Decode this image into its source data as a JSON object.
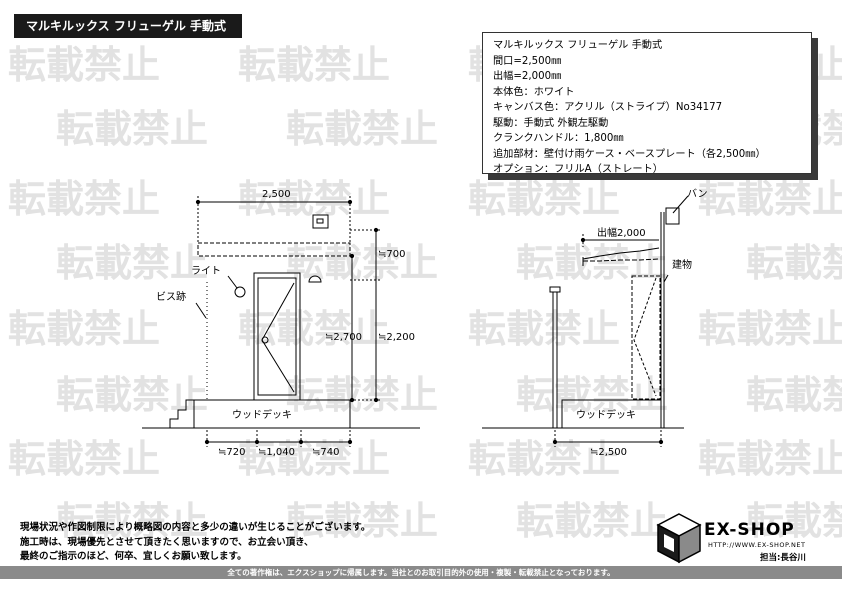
{
  "watermark": {
    "text": "転載禁止"
  },
  "header": {
    "title": "マルキルックス フリューゲル 手動式"
  },
  "spec": {
    "lines": [
      "マルキルックス フリューゲル 手動式",
      "間口=2,500㎜",
      "出幅=2,000㎜",
      "本体色：ホワイト",
      "キャンバス色：アクリル（ストライプ）No34177",
      "駆動：手動式 外観左駆動",
      "クランクハンドル：1,800㎜",
      "追加部材：壁付け雨ケース・ベースプレート（各2,500㎜）",
      "オプション：フリルA（ストレート）"
    ]
  },
  "front_view": {
    "width_label": "2,500",
    "light_label": "ライト",
    "screw_label": "ビス跡",
    "h700": "≒700",
    "h2700": "≒2,700",
    "h2200": "≒2,200",
    "deck_label": "ウッドデッキ",
    "b720": "≒720",
    "b1040": "≒1,040",
    "b740": "≒740"
  },
  "side_view": {
    "ban_label": "バン",
    "projection_label": "出幅2,000",
    "building_label": "建物",
    "deck_label": "ウッドデッキ",
    "bottom_label": "≒2,500"
  },
  "notes": {
    "lines": [
      "現場状況や作図制限により概略図の内容と多少の違いが生じることがございます。",
      "施工時は、現場優先とさせて頂きたく思いますので、お立会い頂き、",
      "最終のご指示のほど、何卒、宜しくお願い致します。"
    ]
  },
  "logo": {
    "name": "EX-SHOP",
    "url": "HTTP://WWW.EX-SHOP.NET",
    "person": "担当:長谷川"
  },
  "footer": {
    "text": "全ての著作権は、エクスショップに帰属します。当社とのお取引目的外の使用・複製・転載禁止となっております。"
  }
}
